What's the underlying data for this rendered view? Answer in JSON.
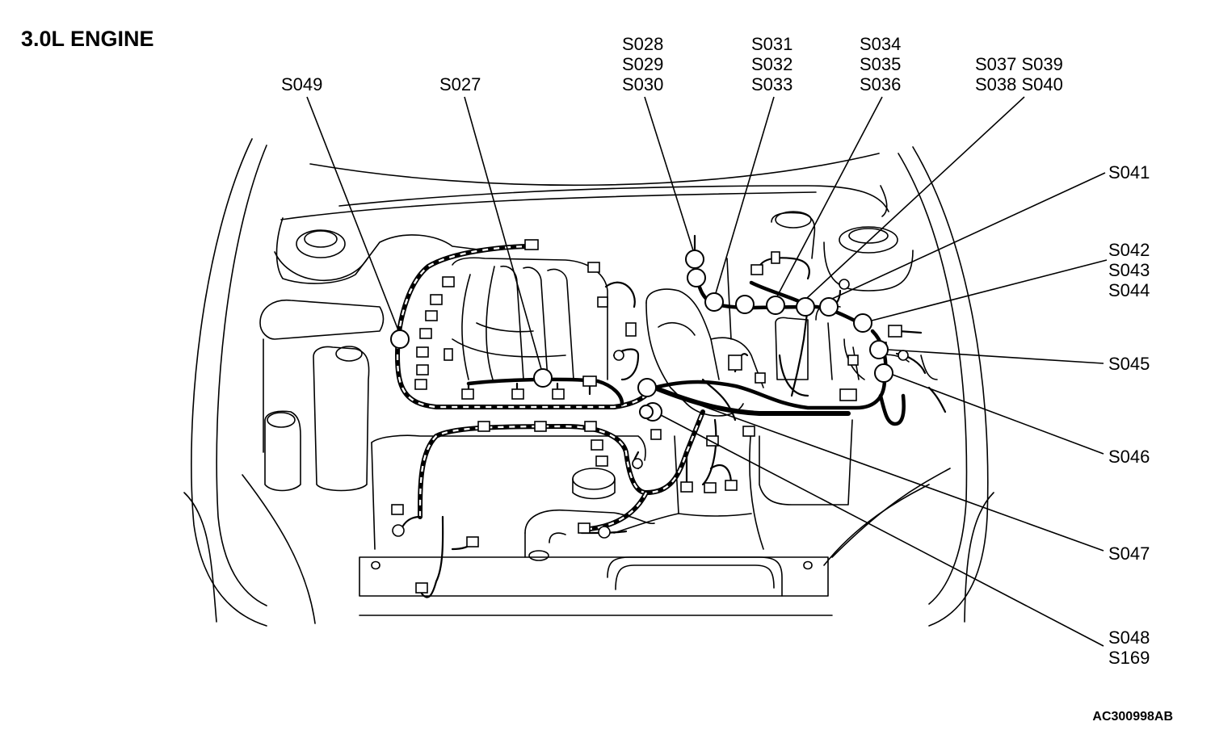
{
  "title": "3.0L ENGINE",
  "figure_code": "AC300998AB",
  "labels": {
    "s049": [
      "S049"
    ],
    "s027": [
      "S027"
    ],
    "s028_030": [
      "S028",
      "S029",
      "S030"
    ],
    "s031_033": [
      "S031",
      "S032",
      "S033"
    ],
    "s034_036": [
      "S034",
      "S035",
      "S036"
    ],
    "s037_040": [
      "S037 S039",
      "S038 S040"
    ],
    "s041": [
      "S041"
    ],
    "s042_044": [
      "S042",
      "S043",
      "S044"
    ],
    "s045": [
      "S045"
    ],
    "s046": [
      "S046"
    ],
    "s047": [
      "S047"
    ],
    "s048_169": [
      "S048",
      "S169"
    ]
  }
}
